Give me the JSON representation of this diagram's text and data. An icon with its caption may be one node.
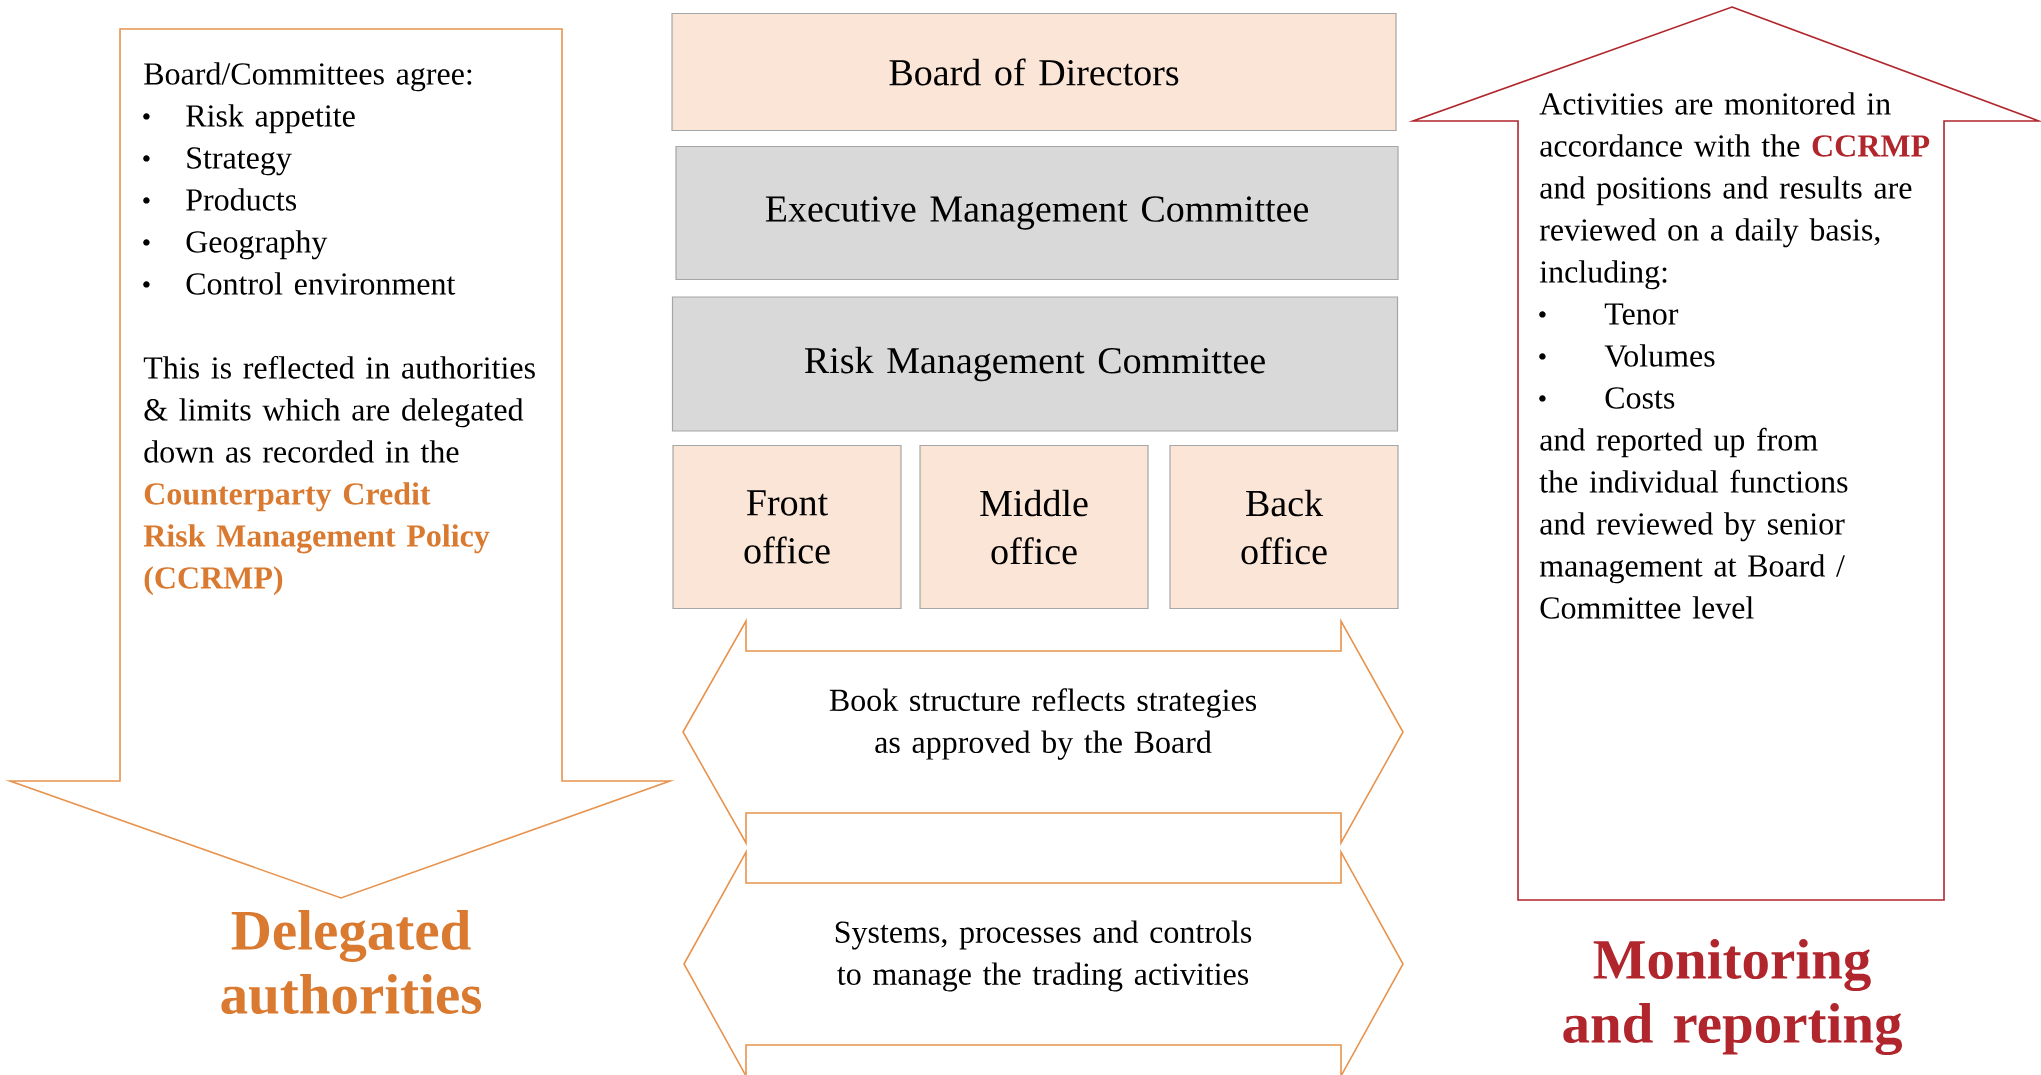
{
  "diagram": {
    "nodes": [
      {
        "text": [
          "Board/Committees agree:",
          "Risk appetite",
          "Strategy",
          "Products",
          "Geography",
          "Control environment",
          "This is reflected in authorities & limits which are delegated down as recorded in the",
          "Counterparty Credit Risk Management Policy (CCRMP)",
          "Delegated authorities"
        ]
      },
      {
        "text": [
          "Board of Directors"
        ]
      },
      {
        "text": [
          "Executive Management Committee"
        ]
      },
      {
        "text": [
          "Risk Management Committee"
        ]
      },
      {
        "text": [
          "Front office"
        ]
      },
      {
        "text": [
          "Middle office"
        ]
      },
      {
        "text": [
          "Back office"
        ]
      },
      {
        "text": [
          "Book structure reflects strategies as approved by the Board"
        ]
      },
      {
        "text": [
          "Systems, processes and controls to manage the trading activities"
        ]
      },
      {
        "text": [
          "Activities are monitored in accordance with the",
          "CCRMP",
          "and positions and results are reviewed on a daily basis, including:",
          "Tenor",
          "Volumes",
          "Costs",
          "and reported up from the individual functions and reviewed by senior management at Board / Committee level",
          "Monitoring and reporting"
        ]
      }
    ]
  }
}
